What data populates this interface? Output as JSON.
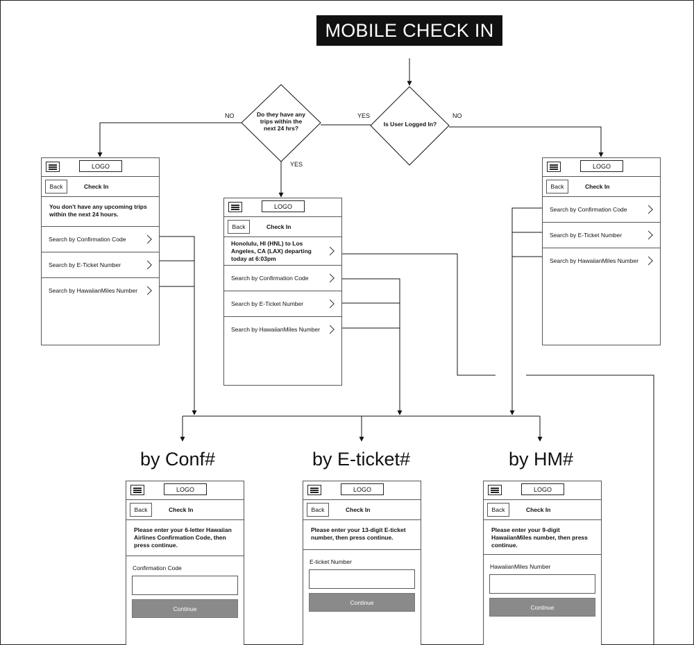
{
  "title": "MOBILE CHECK IN",
  "decision_logged_in": "Is User Logged In?",
  "decision_trips": "Do they have any trips within the next 24 hrs?",
  "labels": {
    "yes_a": "YES",
    "no_a": "NO",
    "yes_b": "YES",
    "no_b": "NO"
  },
  "common": {
    "logo": "LOGO",
    "back": "Back",
    "check_in": "Check In"
  },
  "left_phone": {
    "message": "You don't have  any upcoming trips within the next 24 hours.",
    "rows": [
      "Search by Confirmation Code",
      "Search by E-Ticket Number",
      "Search by HawaiianMiles Number"
    ]
  },
  "mid_phone": {
    "trip": "Honolulu, HI (HNL) to Los Angeles, CA (LAX) departing today at 6:03pm",
    "rows": [
      "Search by Confirmation Code",
      "Search by E-Ticket Number",
      "Search by HawaiianMiles Number"
    ]
  },
  "right_phone": {
    "rows": [
      "Search by Confirmation Code",
      "Search by E-Ticket Number",
      "Search by HawaiianMiles Number"
    ]
  },
  "sections": [
    {
      "title": "by Conf#",
      "message": "Please enter your 6-letter Hawaiian Airlines Confirmation Code, then press continue.",
      "field_label": "Confirmation Code",
      "button": "Continue"
    },
    {
      "title": "by E-ticket#",
      "message": "Please enter your 13-digit E-ticket number, then press continue.",
      "field_label": "E-ticket Number",
      "button": "Continue"
    },
    {
      "title": "by HM#",
      "message": "Please enter your 9-digit HawaiianMiles number, then press continue.",
      "field_label": "HawaiianMiles Number",
      "button": "Continue"
    }
  ]
}
